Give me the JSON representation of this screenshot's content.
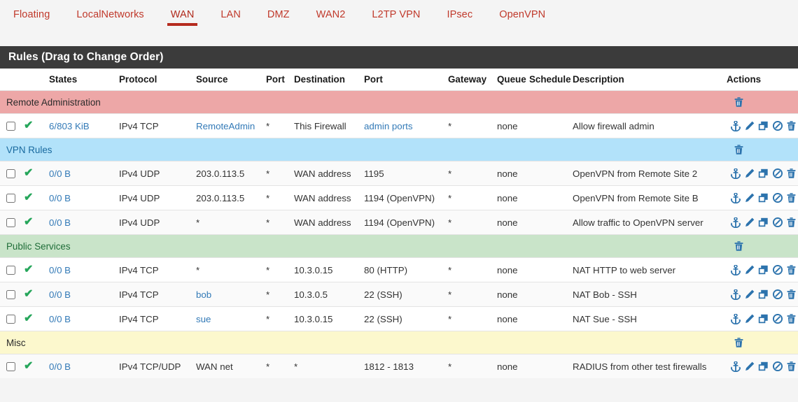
{
  "tabs": [
    {
      "label": "Floating",
      "active": false
    },
    {
      "label": "LocalNetworks",
      "active": false
    },
    {
      "label": "WAN",
      "active": true
    },
    {
      "label": "LAN",
      "active": false
    },
    {
      "label": "DMZ",
      "active": false
    },
    {
      "label": "WAN2",
      "active": false
    },
    {
      "label": "L2TP VPN",
      "active": false
    },
    {
      "label": "IPsec",
      "active": false
    },
    {
      "label": "OpenVPN",
      "active": false
    }
  ],
  "panel": {
    "title": "Rules (Drag to Change Order)"
  },
  "columns": {
    "states": "States",
    "protocol": "Protocol",
    "source": "Source",
    "source_port": "Port",
    "destination": "Destination",
    "dest_port": "Port",
    "gateway": "Gateway",
    "queue": "Queue",
    "schedule": "Schedule",
    "description": "Description",
    "actions": "Actions"
  },
  "icons": {
    "anchor": "anchor-icon",
    "edit": "pencil-icon",
    "copy": "copy-icon",
    "disable": "ban-icon",
    "delete": "trash-icon",
    "pass": "checkmark-icon"
  },
  "colors": {
    "accent_red": "#b52b1e",
    "link_blue": "#337ab7",
    "icon_blue": "#2c73ad",
    "check_green": "#26a65b",
    "panel_dark": "#3b3b3b",
    "sep_red": "#eda7a7",
    "sep_blue": "#b2e2fa",
    "sep_green": "#c9e4c9",
    "sep_yellow": "#fcf8cd"
  },
  "rows": [
    {
      "kind": "separator",
      "style": "red",
      "label": "Remote Administration"
    },
    {
      "kind": "rule",
      "states": "6/803 KiB",
      "states_link": true,
      "protocol": "IPv4 TCP",
      "source": "RemoteAdmin",
      "source_link": true,
      "source_port": "*",
      "destination": "This Firewall",
      "destination_link": false,
      "dest_port": "admin ports",
      "dest_port_link": true,
      "gateway": "*",
      "queue": "none",
      "schedule": "",
      "description": "Allow firewall admin"
    },
    {
      "kind": "separator",
      "style": "blue",
      "label": "VPN Rules"
    },
    {
      "kind": "rule",
      "states": "0/0 B",
      "states_link": true,
      "protocol": "IPv4 UDP",
      "source": "203.0.113.5",
      "source_link": false,
      "source_port": "*",
      "destination": "WAN address",
      "destination_link": false,
      "dest_port": "1195",
      "dest_port_link": false,
      "gateway": "*",
      "queue": "none",
      "schedule": "",
      "description": "OpenVPN from Remote Site 2"
    },
    {
      "kind": "rule",
      "states": "0/0 B",
      "states_link": true,
      "protocol": "IPv4 UDP",
      "source": "203.0.113.5",
      "source_link": false,
      "source_port": "*",
      "destination": "WAN address",
      "destination_link": false,
      "dest_port": "1194 (OpenVPN)",
      "dest_port_link": false,
      "gateway": "*",
      "queue": "none",
      "schedule": "",
      "description": "OpenVPN from Remote Site B"
    },
    {
      "kind": "rule",
      "states": "0/0 B",
      "states_link": true,
      "protocol": "IPv4 UDP",
      "source": "*",
      "source_link": false,
      "source_port": "*",
      "destination": "WAN address",
      "destination_link": false,
      "dest_port": "1194 (OpenVPN)",
      "dest_port_link": false,
      "gateway": "*",
      "queue": "none",
      "schedule": "",
      "description": "Allow traffic to OpenVPN server"
    },
    {
      "kind": "separator",
      "style": "green",
      "label": "Public Services"
    },
    {
      "kind": "rule",
      "states": "0/0 B",
      "states_link": true,
      "protocol": "IPv4 TCP",
      "source": "*",
      "source_link": false,
      "source_port": "*",
      "destination": "10.3.0.15",
      "destination_link": false,
      "dest_port": "80 (HTTP)",
      "dest_port_link": false,
      "gateway": "*",
      "queue": "none",
      "schedule": "",
      "description": "NAT HTTP to web server"
    },
    {
      "kind": "rule",
      "states": "0/0 B",
      "states_link": true,
      "protocol": "IPv4 TCP",
      "source": "bob",
      "source_link": true,
      "source_port": "*",
      "destination": "10.3.0.5",
      "destination_link": false,
      "dest_port": "22 (SSH)",
      "dest_port_link": false,
      "gateway": "*",
      "queue": "none",
      "schedule": "",
      "description": "NAT Bob - SSH"
    },
    {
      "kind": "rule",
      "states": "0/0 B",
      "states_link": true,
      "protocol": "IPv4 TCP",
      "source": "sue",
      "source_link": true,
      "source_port": "*",
      "destination": "10.3.0.15",
      "destination_link": false,
      "dest_port": "22 (SSH)",
      "dest_port_link": false,
      "gateway": "*",
      "queue": "none",
      "schedule": "",
      "description": "NAT Sue - SSH"
    },
    {
      "kind": "separator",
      "style": "yellow",
      "label": "Misc"
    },
    {
      "kind": "rule",
      "states": "0/0 B",
      "states_link": true,
      "protocol": "IPv4 TCP/UDP",
      "source": "WAN net",
      "source_link": false,
      "source_port": "*",
      "destination": "*",
      "destination_link": false,
      "dest_port": "1812 - 1813",
      "dest_port_link": false,
      "gateway": "*",
      "queue": "none",
      "schedule": "",
      "description": "RADIUS from other test firewalls"
    }
  ]
}
